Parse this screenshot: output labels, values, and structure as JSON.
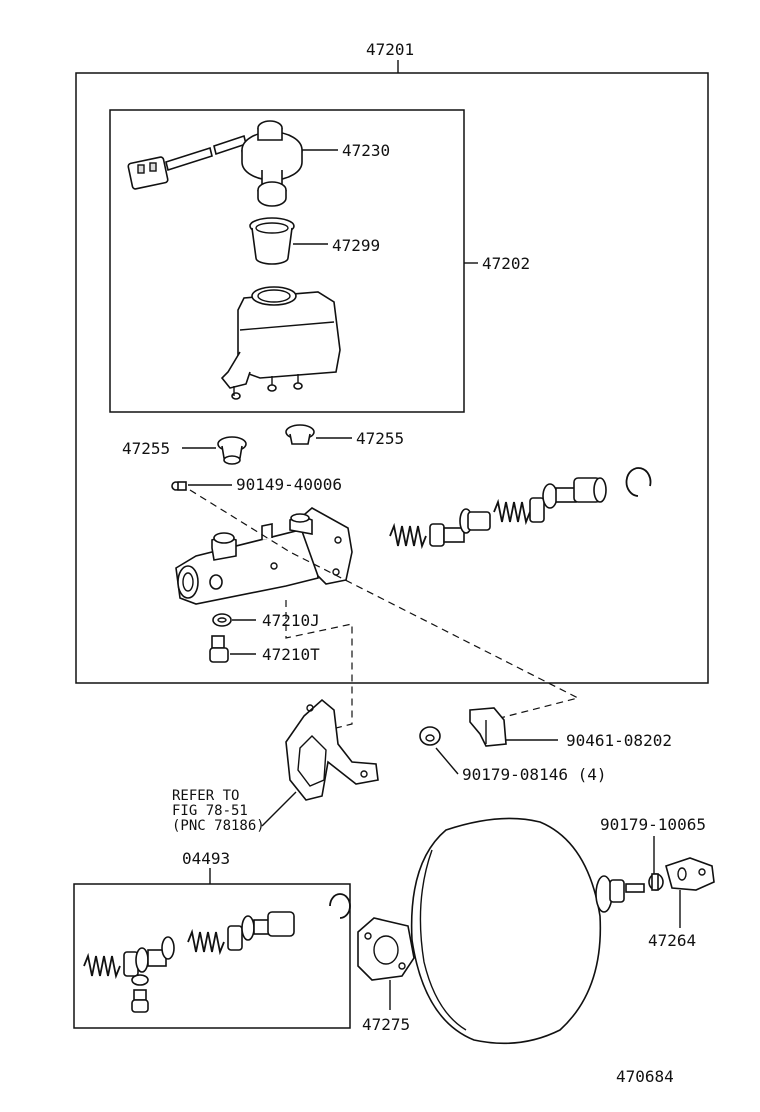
{
  "parts": {
    "p47201": "47201",
    "p47202": "47202",
    "p47230": "47230",
    "p47299": "47299",
    "p47255a": "47255",
    "p47255b": "47255",
    "p90149": "90149-40006",
    "p47210j": "47210J",
    "p47210t": "47210T",
    "p90461": "90461-08202",
    "p90179_08146": "90179-08146 (4)",
    "p90179_10065": "90179-10065",
    "p47264": "47264",
    "p04493": "04493",
    "p47275": "47275"
  },
  "refer": {
    "line1": "REFER TO",
    "line2": "FIG 78-51",
    "line3": "(PNC 78186)"
  },
  "figure_id": "470684"
}
